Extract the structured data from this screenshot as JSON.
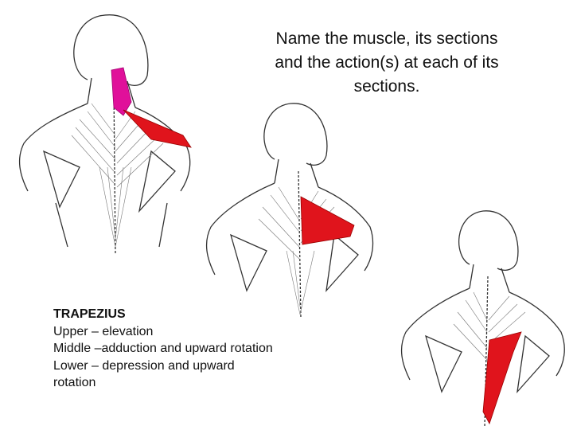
{
  "question": {
    "line1": "Name the muscle, its sections",
    "line2": "and the action(s) at each of its",
    "line3": "sections."
  },
  "answer": {
    "heading": "TRAPEZIUS",
    "upper": "Upper – elevation",
    "middle": "Middle –adduction and upward rotation",
    "lower_line1": "Lower – depression and upward",
    "lower_line2": "rotation"
  },
  "illustrations": [
    {
      "section": "upper",
      "highlight_color": "#e0109a"
    },
    {
      "section": "middle",
      "highlight_color": "#e0141c"
    },
    {
      "section": "lower",
      "highlight_color": "#e0141c"
    }
  ],
  "colors": {
    "ink": "#333333",
    "upper": "#e0109a",
    "red": "#e0141c"
  }
}
